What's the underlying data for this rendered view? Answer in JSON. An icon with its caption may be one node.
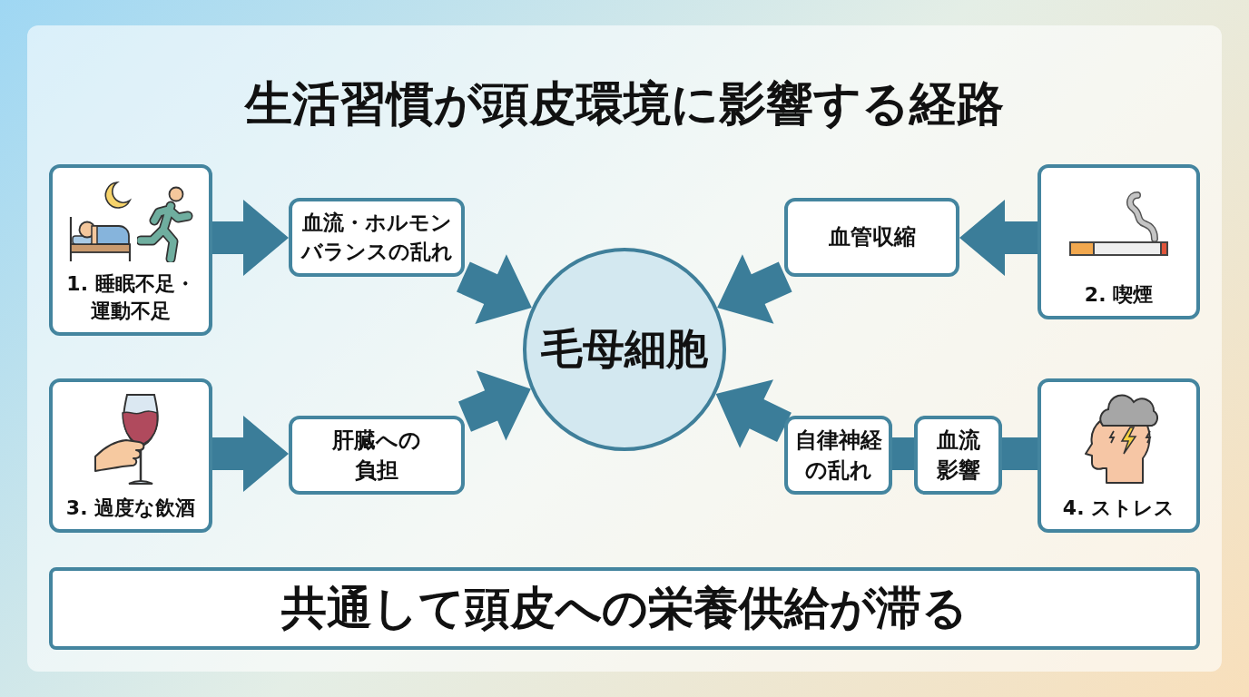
{
  "diagram": {
    "title": "生活習慣が頭皮環境に影響する経路",
    "nodes": [
      {
        "text": [
          "1. 睡眠不足・運動不足"
        ]
      },
      {
        "text": [
          "血流・ホルモンバランスの乱れ"
        ]
      },
      {
        "text": [
          "毛母細胞"
        ]
      },
      {
        "text": [
          "血管収縮"
        ]
      },
      {
        "text": [
          "2. 喫煙"
        ]
      },
      {
        "text": [
          "3. 過度な飲酒"
        ]
      },
      {
        "text": [
          "肝臓への負担"
        ]
      },
      {
        "text": [
          "自律神経の乱れ"
        ]
      },
      {
        "text": [
          "血流影響"
        ]
      },
      {
        "text": [
          "4. ストレス"
        ]
      },
      {
        "text": [
          "共通して頭皮への栄養供給が滞る"
        ]
      }
    ],
    "edges": [
      {
        "from": 0,
        "to": 1,
        "arrow": "to"
      },
      {
        "from": 1,
        "to": 2,
        "arrow": "to"
      },
      {
        "from": 4,
        "to": 3,
        "arrow": "to"
      },
      {
        "from": 3,
        "to": 2,
        "arrow": "to"
      },
      {
        "from": 5,
        "to": 6,
        "arrow": "to"
      },
      {
        "from": 6,
        "to": 2,
        "arrow": "to"
      },
      {
        "from": 9,
        "to": 8,
        "arrow": "none"
      },
      {
        "from": 8,
        "to": 7,
        "arrow": "none"
      },
      {
        "from": 7,
        "to": 2,
        "arrow": "to"
      }
    ]
  }
}
